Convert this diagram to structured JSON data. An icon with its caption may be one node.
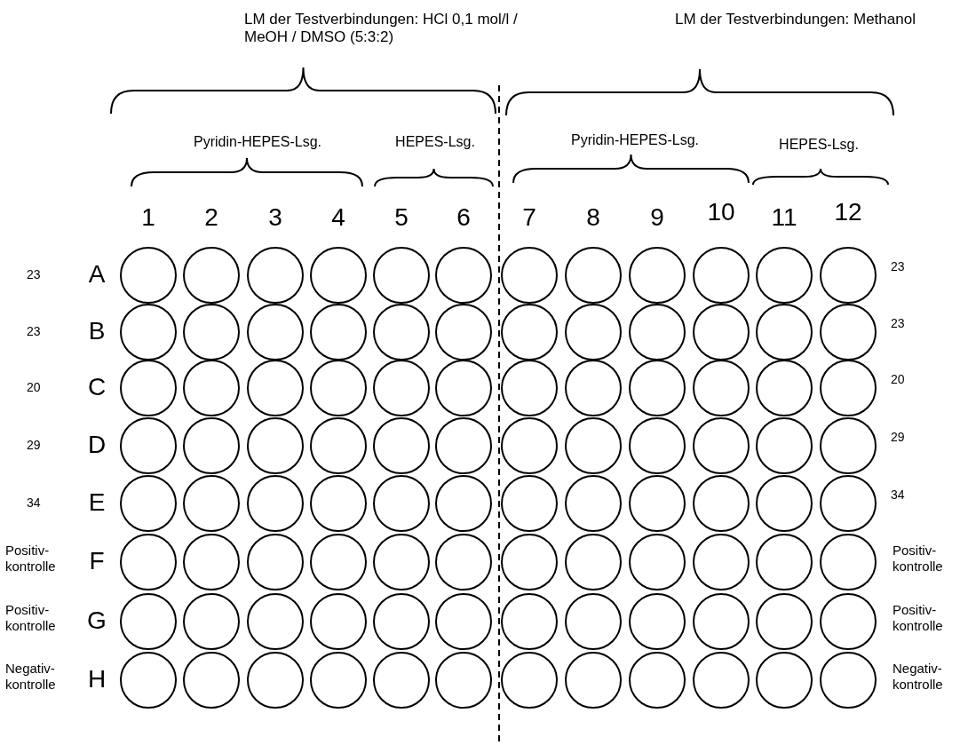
{
  "diagram": {
    "labels": [
      "LM der Testverbindungen: HCl 0,1 mol/l / MeOH / DMSO (5:3:2)",
      "LM der Testverbindungen: Methanol",
      "Pyridin-HEPES-Lsg.",
      "HEPES-Lsg.",
      "Pyridin-HEPES-Lsg.",
      "HEPES-Lsg.",
      "1",
      "2",
      "3",
      "4",
      "5",
      "6",
      "7",
      "8",
      "9",
      "10",
      "11",
      "12",
      "23",
      "A",
      "23",
      "23",
      "B",
      "23",
      "20",
      "C",
      "20",
      "29",
      "D",
      "29",
      "34",
      "E",
      "34",
      "Positiv- kontrolle",
      "F",
      "Positiv- kontrolle",
      "Positiv- kontrolle",
      "G",
      "Positiv- kontrolle",
      "Negativ- kontrolle",
      "H",
      "Negativ- kontrolle"
    ]
  }
}
